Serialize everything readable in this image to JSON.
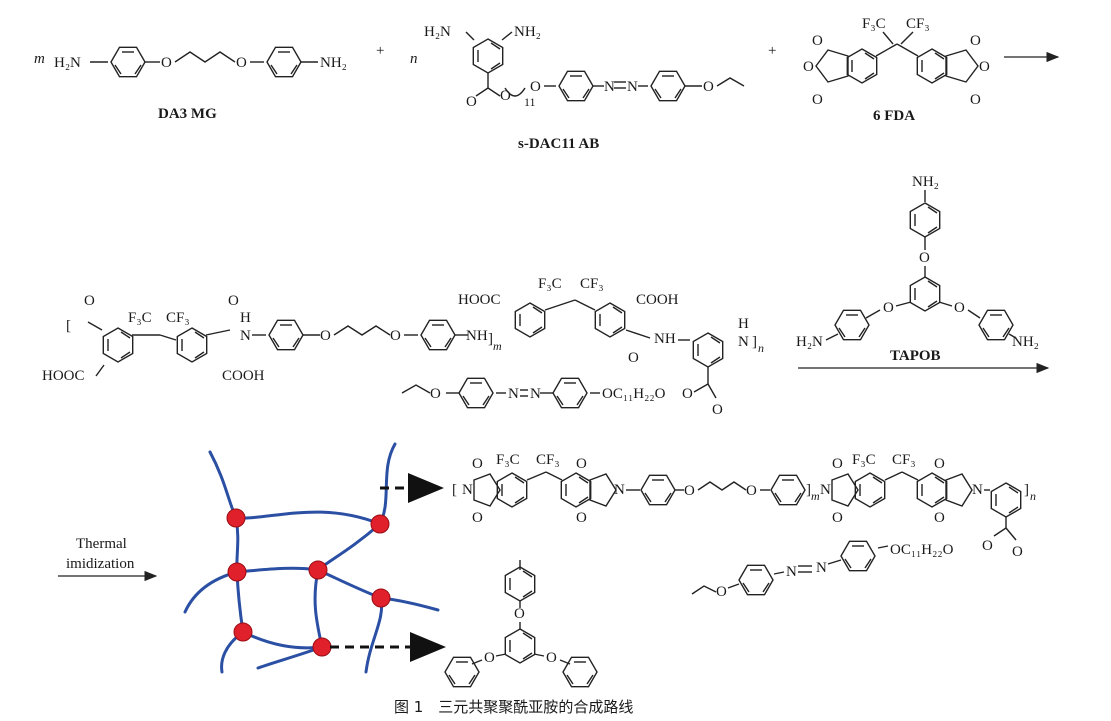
{
  "monomers": {
    "da3mg": {
      "coef": "m",
      "left_group": "H₂N",
      "right_group": "NH₂",
      "name": "DA3 MG"
    },
    "sdac": {
      "coef": "n",
      "amine_left": "H₂N",
      "amine_right": "NH₂",
      "spacer": "11",
      "name": "s-DAC11 AB"
    },
    "fda": {
      "cf3_left": "F₃C",
      "cf3_right": "CF₃",
      "name": "6 FDA"
    }
  },
  "plus_sign": "+",
  "polyamic_acid": {
    "hooc_left": "HOOC",
    "cooh_mid": "COOH",
    "hooc_mid": "HOOC",
    "cooh_right": "COOH",
    "cf3_a": "F₃C",
    "cf3_b": "CF₃",
    "nh": "H",
    "nh2": "NH",
    "m": "m",
    "n": "n",
    "side_chain": "OC₁₁H₂₂O"
  },
  "crosslinker": {
    "name": "TAPOB",
    "nh2_top": "NH₂",
    "nh2_left": "H₂N",
    "nh2_right": "NH₂"
  },
  "step_label": [
    "Thermal",
    "imidization"
  ],
  "polyimide": {
    "cf3_a": "F₃C",
    "cf3_b": "CF₃",
    "m": "m",
    "n": "n",
    "side_chain": "OC₁₁H₂₂O"
  },
  "caption": "图 1　三元共聚聚酰亚胺的合成路线"
}
